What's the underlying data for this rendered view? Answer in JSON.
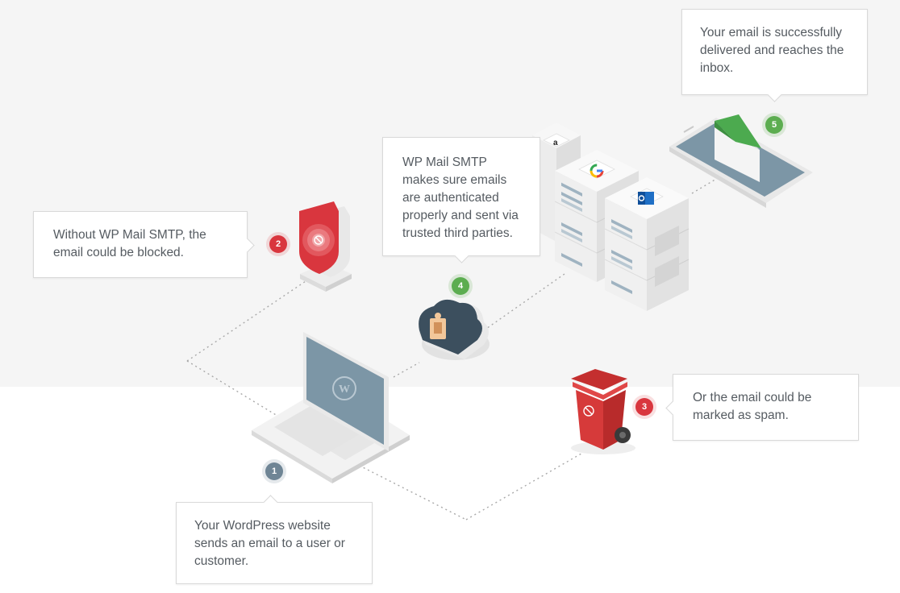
{
  "steps": [
    {
      "num": "1",
      "text": "Your WordPress website\nsends an email to a user or\ncustomer."
    },
    {
      "num": "2",
      "text": "Without WP Mail SMTP, the\nemail could be blocked."
    },
    {
      "num": "3",
      "text": "Or the email could be\nmarked as spam."
    },
    {
      "num": "4",
      "text": "WP Mail SMTP\nmakes sure emails\nare authenticated\nproperly and sent via\ntrusted third parties."
    },
    {
      "num": "5",
      "text": "Your email is successfully\ndelivered and reaches the\ninbox."
    }
  ],
  "colors": {
    "badge_gray": "#6f8595",
    "badge_red": "#d9363e",
    "badge_green": "#5cad50",
    "shield_red": "#d9363e",
    "bin_red": "#d63a3a",
    "envelope_green": "#4caa4f",
    "laptop_screen": "#7c96a6",
    "cloud_navy": "#3c4f5e"
  },
  "icons": [
    "laptop-icon",
    "wordpress-logo-icon",
    "shield-block-icon",
    "trash-bin-icon",
    "cloud-icon",
    "server-stack-icon",
    "google-logo-icon",
    "outlook-logo-icon",
    "phone-inbox-icon",
    "envelope-icon"
  ]
}
